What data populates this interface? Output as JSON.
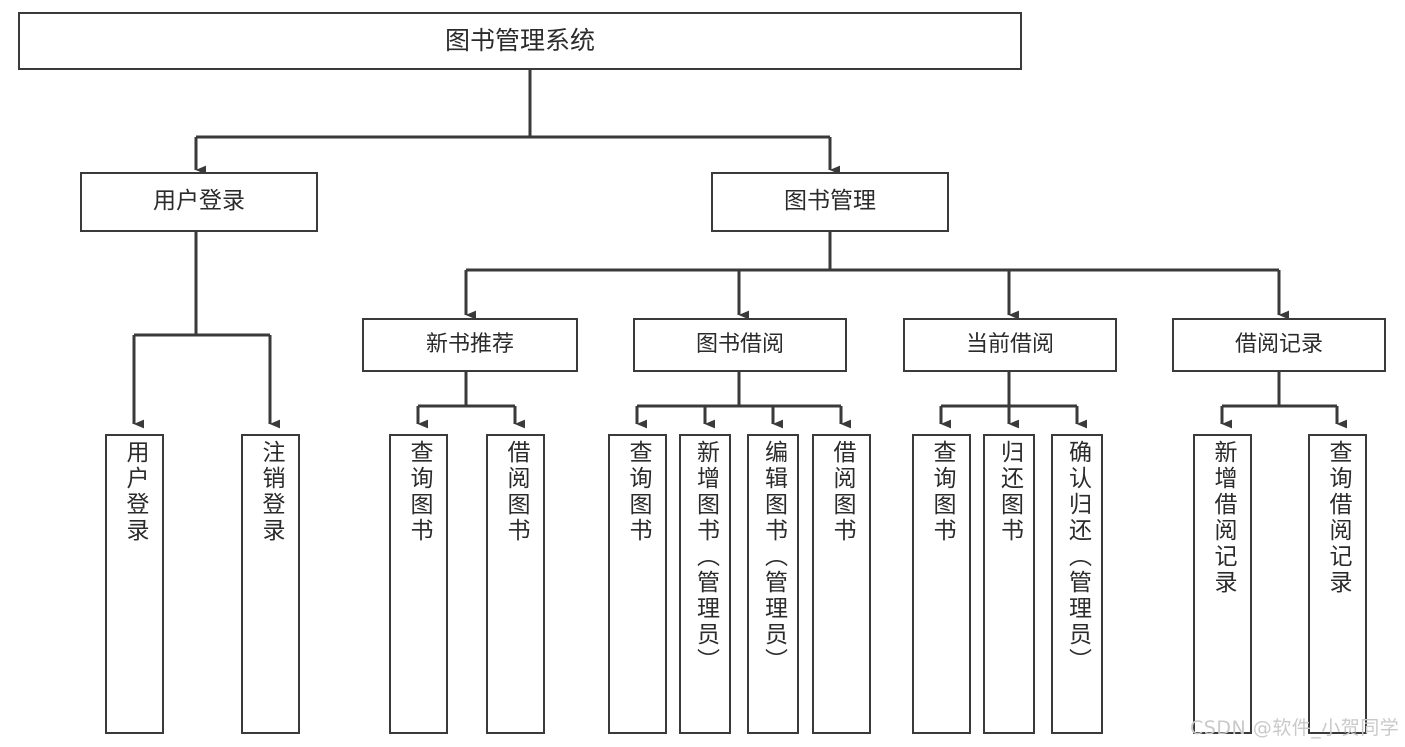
{
  "diagram": {
    "title": "图书管理系统",
    "type": "tree-hierarchy",
    "root": {
      "label": "图书管理系统"
    },
    "branches": [
      {
        "label": "用户登录"
      },
      {
        "label": "图书管理"
      }
    ],
    "sections": [
      {
        "label": "新书推荐"
      },
      {
        "label": "图书借阅"
      },
      {
        "label": "当前借阅"
      },
      {
        "label": "借阅记录"
      }
    ],
    "leaves": {
      "user_login": [
        {
          "label": "用户登录"
        },
        {
          "label": "注销登录"
        }
      ],
      "new_book_recommend": [
        {
          "label": "查询图书"
        },
        {
          "label": "借阅图书"
        }
      ],
      "book_borrow": [
        {
          "label": "查询图书"
        },
        {
          "label": "新增图书（管理员）"
        },
        {
          "label": "编辑图书（管理员）"
        },
        {
          "label": "借阅图书"
        }
      ],
      "current_borrow": [
        {
          "label": "查询图书"
        },
        {
          "label": "归还图书"
        },
        {
          "label": "确认归还（管理员）"
        }
      ],
      "borrow_record": [
        {
          "label": "新增借阅记录"
        },
        {
          "label": "查询借阅记录"
        }
      ]
    }
  },
  "watermark": {
    "text": "CSDN @软件_小贺同学"
  },
  "colors": {
    "stroke": "#3a3a3a",
    "text": "#2b2b2b",
    "background": "#ffffff",
    "watermark": "#c9c9c9"
  }
}
